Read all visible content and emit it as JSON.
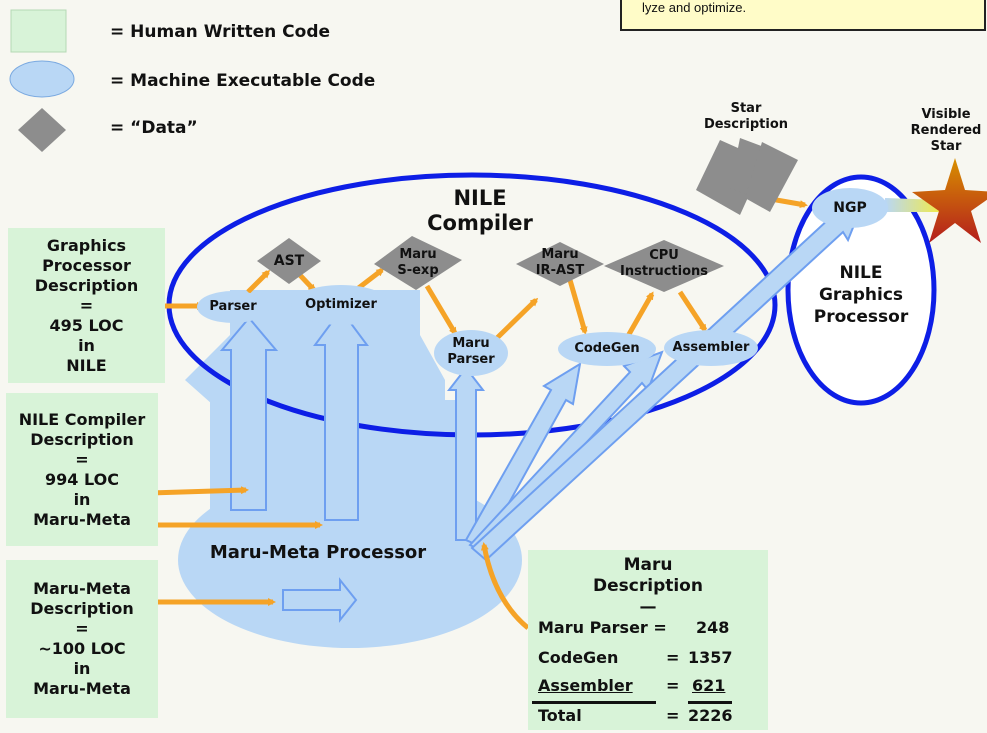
{
  "note": {
    "text": "lyze and optimize."
  },
  "legend": [
    {
      "label": "= Human Written Code",
      "icon": "green-square-icon"
    },
    {
      "label": "= Machine Executable Code",
      "icon": "blue-ellipse-icon"
    },
    {
      "label": "= “Data”",
      "icon": "gray-diamond-icon"
    }
  ],
  "human_boxes": {
    "graphics": {
      "l1": "Graphics",
      "l2": "Processor",
      "l3": "Description",
      "l4": "=",
      "l5": "495 LOC",
      "l6": "in",
      "l7": "NILE"
    },
    "nile": {
      "l1": "NILE Compiler",
      "l2": "Description",
      "l3": "=",
      "l4": "994 LOC",
      "l5": "in",
      "l6": "Maru-Meta"
    },
    "marumeta": {
      "l1": "Maru-Meta",
      "l2": "Description",
      "l3": "=",
      "l4": "~100 LOC",
      "l5": "in",
      "l6": "Maru-Meta"
    }
  },
  "nile_compiler": {
    "l1": "NILE",
    "l2": "Compiler"
  },
  "nodes": {
    "parser": "Parser",
    "optimizer": "Optimizer",
    "maru_parser": {
      "l1": "Maru",
      "l2": "Parser"
    },
    "codegen": "CodeGen",
    "assembler": "Assembler",
    "ngp": "NGP"
  },
  "data_nodes": {
    "ast": "AST",
    "sexp": {
      "l1": "Maru",
      "l2": "S-exp"
    },
    "irast": {
      "l1": "Maru",
      "l2": "IR-AST"
    },
    "cpu": {
      "l1": "CPU",
      "l2": "Instructions"
    }
  },
  "ngp_ellipse": {
    "l1": "NILE",
    "l2": "Graphics",
    "l3": "Processor"
  },
  "star": {
    "description": {
      "l1": "Star",
      "l2": "Description"
    },
    "rendered": {
      "l1": "Visible",
      "l2": "Rendered",
      "l3": "Star"
    }
  },
  "maru_meta_processor": "Maru-Meta Processor",
  "maru_description": {
    "title1": "Maru",
    "title2": "Description",
    "dash": "—",
    "rows": [
      {
        "name": "Maru Parser =",
        "value": "248"
      },
      {
        "name": "CodeGen",
        "eq": "=",
        "value": "1357"
      },
      {
        "name": "Assembler",
        "eq": "=",
        "value": "621"
      },
      {
        "name": "Total",
        "eq": "=",
        "value": "2226"
      }
    ]
  },
  "colors": {
    "blue_fill": "#b9d7f5",
    "blue_dark": "#0d1ee6",
    "orange": "#f5a327",
    "gray": "#8d8d8d",
    "green": "#d8f3d8"
  }
}
